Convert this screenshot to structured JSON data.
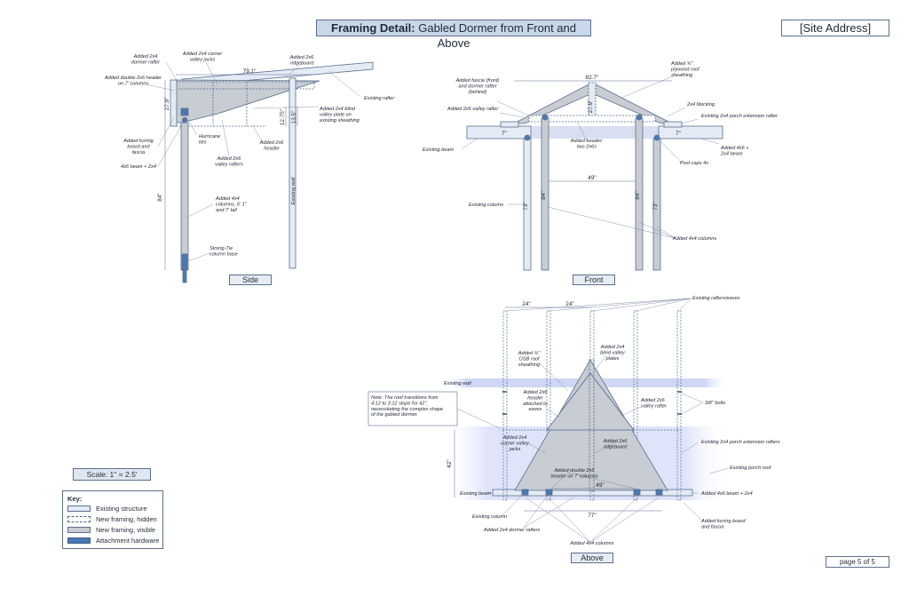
{
  "header": {
    "title_bold": "Framing Detail:",
    "title_rest": "Gabled Dormer from Front and Above",
    "site_address": "[Site Address]"
  },
  "views": {
    "side": "Side",
    "front": "Front",
    "above": "Above"
  },
  "side_view": {
    "labels": {
      "dormer_rafter": [
        "Added 2x4",
        "dormer rafter"
      ],
      "corner_jacks": [
        "Added 2x4 corner",
        "valley jacks"
      ],
      "ridgeboard": [
        "Added 2x6",
        "ridgeboard"
      ],
      "double_header": [
        "Added double 2x6 header",
        "on 7' columns"
      ],
      "existing_rafter": [
        "Existing rafter"
      ],
      "blind_valley": [
        "Added 2x4 blind",
        "valley plate on",
        "existing sheathing"
      ],
      "hurricane": [
        "Hurricane",
        "ties"
      ],
      "furring": [
        "Added furring",
        "board and",
        "fascia"
      ],
      "beam": [
        "4x6 beam + 2x4"
      ],
      "valley_rafters": [
        "Added 2x6",
        "valley rafters"
      ],
      "header": [
        "Added 2x6",
        "header"
      ],
      "columns": [
        "Added 4x4",
        "columns, 6' 1\"",
        "and 7' tall"
      ],
      "strongtie": [
        "Strong-Tie",
        "column base"
      ],
      "existing_wall": "Existing wall"
    },
    "dims": {
      "width": "79.1\"",
      "rise": "27.9\"",
      "height": "84\"",
      "d1": "12.75\"",
      "d2": "13.5\""
    }
  },
  "front_view": {
    "labels": {
      "fascia": [
        "Added fascia (front)",
        "and dormer rafter",
        "(behind)"
      ],
      "plywood": [
        "Added ¾\"",
        "plywood roof",
        "sheathing"
      ],
      "valley_rafter": [
        "Added 2x6 valley rafter"
      ],
      "blocking": [
        "2x4 blocking"
      ],
      "ext_rafter": [
        "Existing 2x4 porch extension rafter"
      ],
      "existing_beam": [
        "Existing beam"
      ],
      "header": [
        "Added header:",
        "two 2x6s"
      ],
      "beam": [
        "Added 4x6 +",
        "2x4 beam"
      ],
      "post_caps": [
        "Post caps 4x"
      ],
      "existing_column": [
        "Existing column"
      ],
      "columns": [
        "Added 4x4 columns"
      ]
    },
    "dims": {
      "width": "82.7\"",
      "rise": "27.9\"",
      "left_offset": "7\"",
      "right_offset": "7\"",
      "span": "49\"",
      "col_a": "84\"",
      "col_b": "73\"",
      "col_c": "84\"",
      "col_d": "73\""
    }
  },
  "above_view": {
    "labels": {
      "eaves": [
        "Existing rafters/eaves"
      ],
      "osb": [
        "Added ¾\"",
        "OSB roof",
        "sheathing"
      ],
      "blind_plates": [
        "Added 2x4",
        "blind valley",
        "plates"
      ],
      "existing_wall": [
        "Existing wall"
      ],
      "header_eaves": [
        "Added 2x6",
        "header",
        "attached to",
        "eaves"
      ],
      "valley_rafter": [
        "Added 2x6",
        "valley rafter"
      ],
      "bolts": [
        "3/8\" bolts"
      ],
      "corner_jacks": [
        "Added 2x4",
        "corner valley",
        "jacks"
      ],
      "ridgeboard": [
        "Added 2x6",
        "ridgeboard"
      ],
      "ext_rafters": [
        "Existing 2x4 porch extension rafters"
      ],
      "porch_roof": [
        "Existing porch roof"
      ],
      "double_header": [
        "Added double 2x6",
        "header on 7' columns"
      ],
      "existing_beam": [
        "Existing beam"
      ],
      "beam": [
        "Added 4x6 beam + 2x4"
      ],
      "existing_column": [
        "Existing column"
      ],
      "dormer_rafters": [
        "Added 2x4 dormer rafters"
      ],
      "furring": [
        "Added furring board",
        "and fascia"
      ],
      "columns": [
        "Added 4x4 columns"
      ]
    },
    "dims": {
      "s1": "24\"",
      "s2": "24\"",
      "depth": "42\"",
      "span": "49\"",
      "width": "77\""
    },
    "note": [
      "Note: The roof transitions from",
      "4:12 to 3:12 slope for 42\",",
      "necessitating the complex shape",
      "of the gabled dormer."
    ]
  },
  "scale": "Scale: 1\" = 2.5'",
  "key": {
    "title": "Key:",
    "items": [
      {
        "label": "Existing structure",
        "style": "existing"
      },
      {
        "label": "New framing, hidden",
        "style": "hidden"
      },
      {
        "label": "New framing, visible",
        "style": "visible"
      },
      {
        "label": "Attachment hardware",
        "style": "hardware"
      }
    ]
  },
  "page": "page 5 of 5",
  "colors": {
    "existing_fill": "#e4ebf5",
    "hidden_stroke": "#4f6a93",
    "visible_fill": "#c8ccd3",
    "hardware_fill": "#4a79b3",
    "outline": "#5a6f8c",
    "wall_band": "#cdd6f5",
    "porch_fill": "#e3e7fb"
  }
}
